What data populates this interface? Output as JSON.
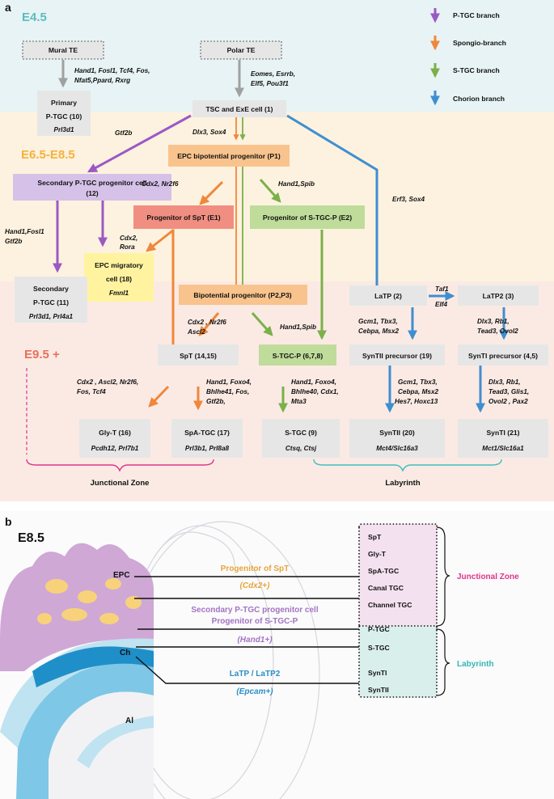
{
  "panel_a": {
    "label": "a",
    "stage_e45": "E4.5",
    "stage_e65": "E6.5-E8.5",
    "stage_e95": "E9.5 +",
    "legend": [
      {
        "label": "P-TGC branch",
        "color": "#9b59c4"
      },
      {
        "label": "Spongio-branch",
        "color": "#f0873a"
      },
      {
        "label": "S-TGC branch",
        "color": "#7bb04a"
      },
      {
        "label": "Chorion branch",
        "color": "#3f8fcf"
      }
    ],
    "colors": {
      "bg_e45": "#e7f3f4",
      "bg_e65": "#fdf2df",
      "bg_e95": "#fbeae4",
      "gray": "#a0a0a0",
      "box_gray": "#e6e6e6",
      "box_orange": "#f9c38d",
      "box_purple": "#d6c1e8",
      "box_red": "#f08e82",
      "box_green": "#bfdc9a",
      "box_yellow": "#fff39f",
      "junctional": "#e0348c",
      "labyrinth": "#3dbfbf",
      "stage_teal": "#5bbcc1",
      "stage_orange": "#f6b13c",
      "stage_red": "#e8705a"
    },
    "boxes": {
      "mural_te": "Mural TE",
      "polar_te": "Polar TE",
      "primary_ptgc": [
        "Primary",
        "P-TGC (10)"
      ],
      "primary_ptgc_gene": "Prl3d1",
      "tsc": "TSC and ExE cell (1)",
      "epc": "EPC bipotential  progenitor (P1)",
      "sec_ptgc_prog": [
        "Secondary P-TGC progenitor cell",
        "(12)"
      ],
      "prog_spt": "Progenitor of SpT (E1)",
      "prog_stgcp": "Progenitor of S-TGC-P (E2)",
      "epc_mig": [
        "EPC migratory",
        "cell (18)"
      ],
      "epc_mig_gene": "Fmnl1",
      "sec_ptgc": [
        "Secondary",
        "P-TGC (11)"
      ],
      "sec_ptgc_gene": "Prl3d1, Prl4a1",
      "bipot": "Bipotential progenitor (P2,P3)",
      "latp": "LaTP (2)",
      "latp2": "LaTP2  (3)",
      "spt": "SpT (14,15)",
      "stgcp": "S-TGC-P (6,7,8)",
      "syntii_prec": "SynTII precursor (19)",
      "synti_prec": "SynTI precursor (4,5)",
      "glyt": "Gly-T (16)",
      "glyt_gene": "Pcdh12, Prl7b1",
      "spa": "SpA-TGC (17)",
      "spa_gene": "Prl3b1, Prl8a8",
      "stgc": "S-TGC (9)",
      "stgc_gene": "Ctsq, Ctsj",
      "syntii": "SynTII (20)",
      "syntii_gene": "Mct4/Slc16a3",
      "synti": "SynTI (21)",
      "synti_gene": "Mct1/Slc16a1"
    },
    "genes": {
      "mural": [
        "Hand1, Fosl1, Tcf4, Fos,",
        "Nfat5,Ppard, Rxrg"
      ],
      "polar": [
        "Eomes, Esrrb,",
        "Elf5, Pou3f1"
      ],
      "gtf2b": "Gtf2b",
      "dlx3": "Dlx3, Sox4",
      "cdx2nr2f6": "Cdx2, Nr2f6",
      "hand1spib": "Hand1,Spib",
      "erf3": "Erf3, Sox4",
      "hand1fosl1": [
        "Hand1,Fosl1",
        "Gtf2b"
      ],
      "cdx2rora": [
        "Cdx2,",
        "Rora"
      ],
      "taf1": "Taf1",
      "elf4": "Elf4",
      "cdx2ascl2": [
        "Cdx2 , Nr2f6",
        "Ascl2"
      ],
      "hand1spib2": "Hand1,Spib",
      "gcm1a": [
        "Gcm1, Tbx3,",
        "Cebpa, Msx2"
      ],
      "dlx3rb1a": [
        "Dlx3, Rb1,",
        "Tead3, Ovol2"
      ],
      "glyt_tf": [
        "Cdx2 , Ascl2, Nr2f6,",
        "Fos, Tcf4"
      ],
      "spa_tf": [
        "Hand1, Foxo4,",
        "Bhlhe41, Fos,",
        "Gtf2b,"
      ],
      "stgc_tf": [
        "Hand1, Foxo4,",
        "Bhlhe40, Cdx1,",
        "Mta3"
      ],
      "syntii_tf": [
        "Gcm1, Tbx3,",
        "Cebpa, Msx2",
        "Hes7, Hoxc13"
      ],
      "synti_tf": [
        "Dlx3, Rb1,",
        "Tead3, Glis1,",
        "Ovol2 ,  Pax2"
      ]
    },
    "zones": {
      "junctional": "Junctional Zone",
      "labyrinth": "Labyrinth"
    }
  },
  "panel_b": {
    "label": "b",
    "stage": "E8.5",
    "epc": "EPC",
    "ch": "Ch",
    "al": "Al",
    "prog_spt": "Progenitor of SpT",
    "cdx2": "(Cdx2+)",
    "sec_ptgc": "Secondary P-TGC progenitor cell",
    "prog_stgcp": "Progenitor of S-TGC-P",
    "hand1": "(Hand1+)",
    "latp": "LaTP / LaTP2",
    "epcam": "(Epcam+)",
    "junctional_list": [
      "SpT",
      "Gly-T",
      "SpA-TGC",
      "Canal TGC",
      "Channel TGC"
    ],
    "ptgc": "P-TGC",
    "stgc": "S-TGC",
    "synt_list": [
      "SynTI",
      "SynTII"
    ],
    "junctional_zone": "Junctional Zone",
    "labyrinth": "Labyrinth",
    "colors": {
      "orange_text": "#e7a43c",
      "purple_text": "#a374c4",
      "blue_text": "#2b8fc8",
      "junctional": "#e0348c",
      "labyrinth": "#35b5b5",
      "pink_box": "#f4e1ef",
      "teal_box": "#d9efec"
    }
  }
}
